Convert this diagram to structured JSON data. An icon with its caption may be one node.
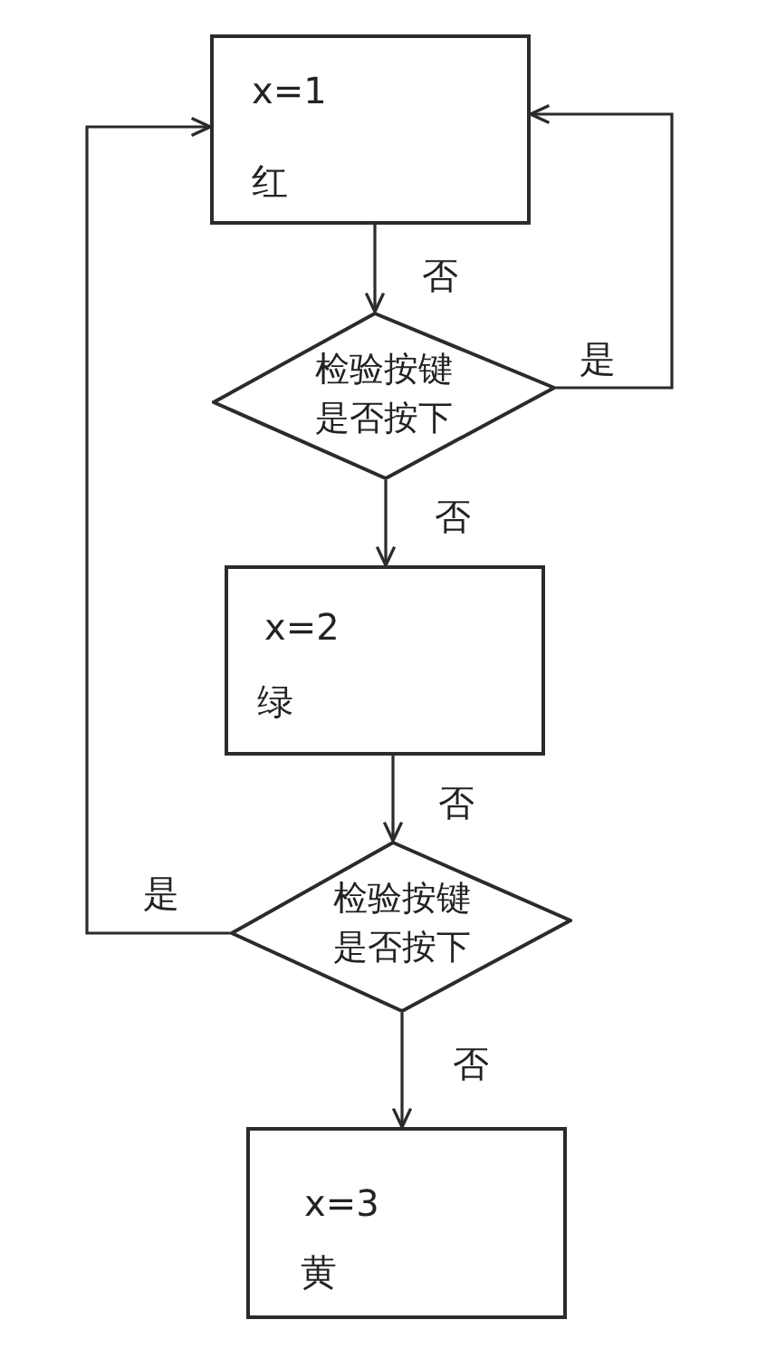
{
  "diagram": {
    "nodes": [
      {
        "text": [
          "x=1",
          "红"
        ]
      },
      {
        "text": [
          "检验按键是否按下"
        ]
      },
      {
        "text": [
          "x=2",
          "绿"
        ]
      },
      {
        "text": [
          "检验按键是否按下"
        ]
      },
      {
        "text": [
          "x=3",
          "黄"
        ]
      }
    ],
    "edges": [
      {
        "from": 0,
        "to": 1,
        "arrow": "to",
        "label": "否"
      },
      {
        "from": 1,
        "to": 0,
        "arrow": "to",
        "label": "是"
      },
      {
        "from": 1,
        "to": 2,
        "arrow": "to",
        "label": "否"
      },
      {
        "from": 2,
        "to": 3,
        "arrow": "to",
        "label": "否"
      },
      {
        "from": 3,
        "to": 0,
        "arrow": "to",
        "label": "是"
      },
      {
        "from": 3,
        "to": 4,
        "arrow": "to",
        "label": "否"
      }
    ]
  }
}
